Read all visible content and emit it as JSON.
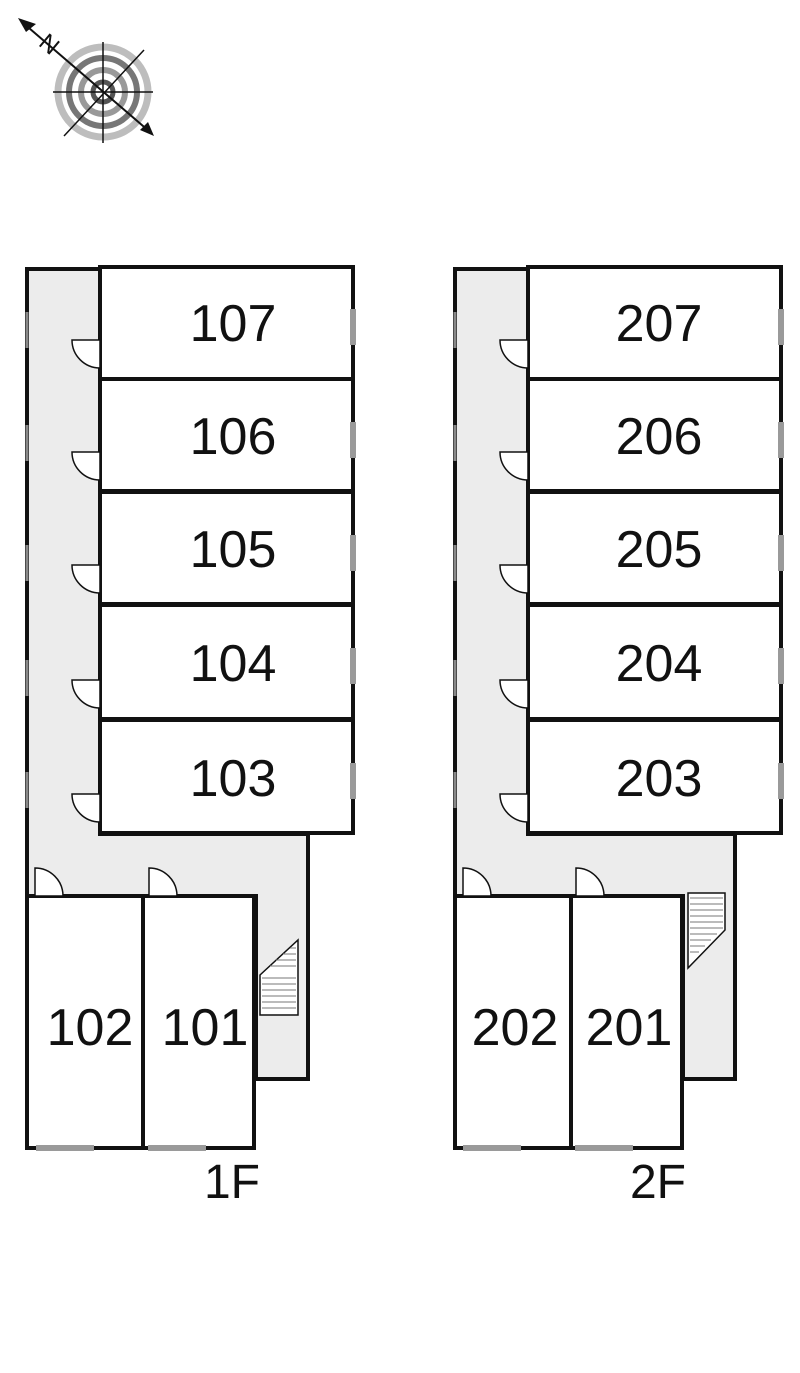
{
  "compass": {
    "label": "N",
    "icon": "compass-rose-icon"
  },
  "colors": {
    "corridor": "#ececec",
    "wall": "#111111",
    "window": "#9a9a9a",
    "background": "#ffffff"
  },
  "floors": [
    {
      "label": "1F",
      "units": [
        "107",
        "106",
        "105",
        "104",
        "103",
        "102",
        "101"
      ]
    },
    {
      "label": "2F",
      "units": [
        "207",
        "206",
        "205",
        "204",
        "203",
        "202",
        "201"
      ]
    }
  ]
}
